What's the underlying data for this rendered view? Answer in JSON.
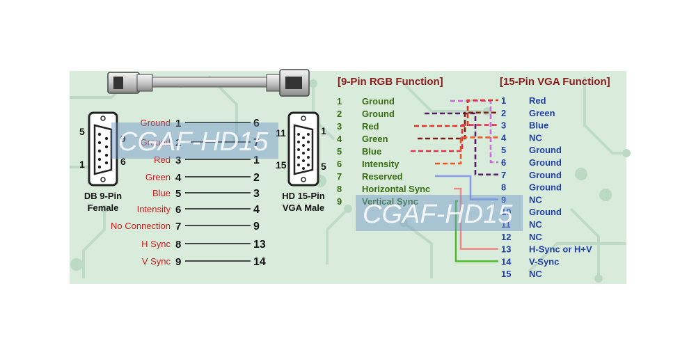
{
  "watermark": "CGAF-HD15",
  "left": {
    "db9": {
      "title": "DB 9-Pin",
      "subtitle": "Female",
      "pin_numbers": [
        "5",
        "9",
        "1",
        "6"
      ]
    },
    "hd15": {
      "title": "HD 15-Pin",
      "subtitle": "VGA Male",
      "pin_numbers": [
        "11",
        "1",
        "15",
        "5"
      ]
    },
    "rows": [
      {
        "label": "Ground",
        "from": "1",
        "to": "6"
      },
      {
        "label": "Ground",
        "from": "2",
        "to": "7"
      },
      {
        "label": "Red",
        "from": "3",
        "to": "1"
      },
      {
        "label": "Green",
        "from": "4",
        "to": "2"
      },
      {
        "label": "Blue",
        "from": "5",
        "to": "3"
      },
      {
        "label": "Intensity",
        "from": "6",
        "to": "4"
      },
      {
        "label": "No Connection",
        "from": "7",
        "to": "9"
      },
      {
        "label": "H Sync",
        "from": "8",
        "to": "13"
      },
      {
        "label": "V Sync",
        "from": "9",
        "to": "14"
      }
    ]
  },
  "right": {
    "rgb_title": "[9-Pin RGB Function]",
    "vga_title": "[15-Pin VGA Function]",
    "rgb_pins": [
      {
        "num": "1",
        "name": "Ground"
      },
      {
        "num": "2",
        "name": "Ground"
      },
      {
        "num": "3",
        "name": "Red"
      },
      {
        "num": "4",
        "name": "Green"
      },
      {
        "num": "5",
        "name": "Blue"
      },
      {
        "num": "6",
        "name": "Intensity"
      },
      {
        "num": "7",
        "name": "Reserved"
      },
      {
        "num": "8",
        "name": "Horizontal Sync"
      },
      {
        "num": "9",
        "name": "Vertical Sync"
      }
    ],
    "vga_pins": [
      {
        "num": "1",
        "name": "Red"
      },
      {
        "num": "2",
        "name": "Green"
      },
      {
        "num": "3",
        "name": "Blue"
      },
      {
        "num": "4",
        "name": "NC"
      },
      {
        "num": "5",
        "name": "Ground"
      },
      {
        "num": "6",
        "name": "Ground"
      },
      {
        "num": "7",
        "name": "Ground"
      },
      {
        "num": "8",
        "name": "Ground"
      },
      {
        "num": "9",
        "name": "NC"
      },
      {
        "num": "10",
        "name": "Ground"
      },
      {
        "num": "11",
        "name": "NC"
      },
      {
        "num": "12",
        "name": "NC"
      },
      {
        "num": "13",
        "name": "H-Sync or H+V"
      },
      {
        "num": "14",
        "name": "V-Sync"
      },
      {
        "num": "15",
        "name": "NC"
      }
    ],
    "connections": [
      {
        "from": "1",
        "to": "6",
        "color": "#cc66dd",
        "dashed": true
      },
      {
        "from": "2",
        "to": "7",
        "color": "#551a66",
        "dashed": true
      },
      {
        "from": "3",
        "to": "1",
        "color": "#e53322",
        "dashed": true
      },
      {
        "from": "4",
        "to": "2",
        "color": "#7a1f12",
        "dashed": true
      },
      {
        "from": "5",
        "to": "3",
        "color": "#e0324a",
        "dashed": true
      },
      {
        "from": "6",
        "to": "4",
        "color": "#ee5522",
        "dashed": true
      },
      {
        "from": "7",
        "to": "9",
        "color": "#8899ee",
        "dashed": false
      },
      {
        "from": "8",
        "to": "13",
        "color": "#f08a8a",
        "dashed": false
      },
      {
        "from": "9",
        "to": "14",
        "color": "#55bb33",
        "dashed": false
      }
    ]
  },
  "colors": {
    "board": "#d9ecdc",
    "trace": "#bcd9c4",
    "rgb_title": "#8a1a1a",
    "vga_title": "#8a1a1a",
    "rgb_text": "#3a6e12",
    "vga_text": "#1f3fa8",
    "left_label": "#cc1b1b"
  }
}
